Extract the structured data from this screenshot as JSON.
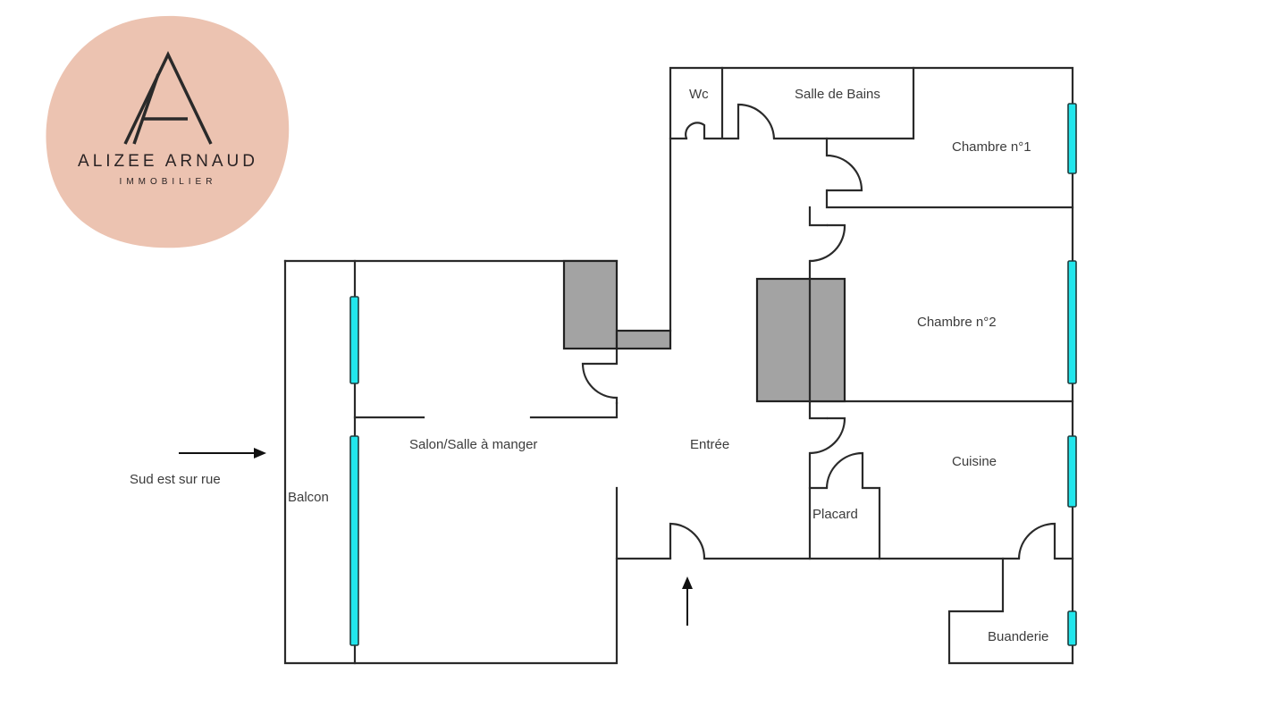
{
  "logo": {
    "name": "ALIZEE ARNAUD",
    "subtitle": "IMMOBILIER",
    "background_color": "#ecc3b1"
  },
  "orientation": {
    "label": "Sud est sur rue"
  },
  "rooms": {
    "wc": "Wc",
    "salle_de_bains": "Salle de Bains",
    "chambre_1": "Chambre n°1",
    "chambre_2": "Chambre n°2",
    "salon": "Salon/Salle à manger",
    "entree": "Entrée",
    "cuisine": "Cuisine",
    "placard": "Placard",
    "balcon": "Balcon",
    "buanderie": "Buanderie"
  },
  "colors": {
    "window": "#22e6ec",
    "pillar": "#a3a3a3",
    "wall": "#2a2a2a"
  }
}
